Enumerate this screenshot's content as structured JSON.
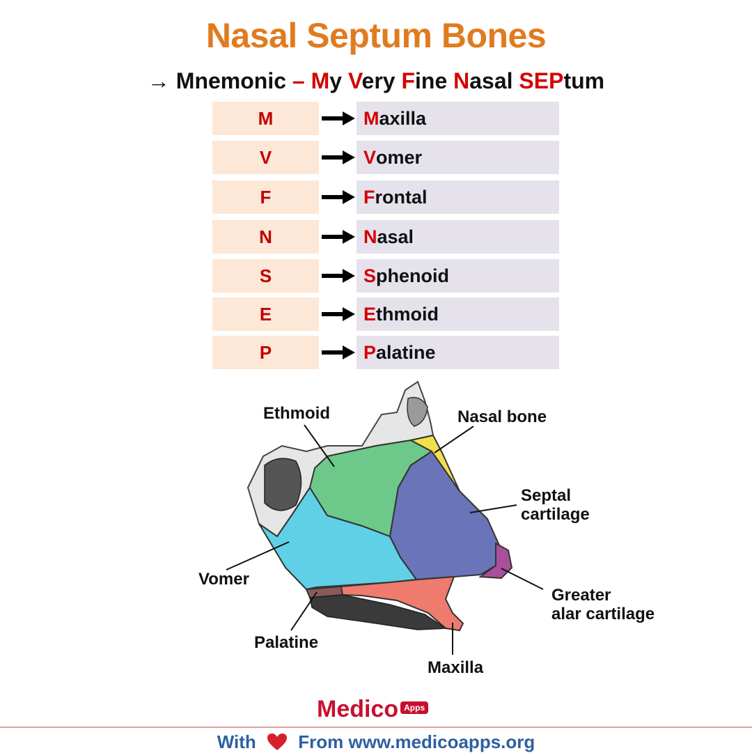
{
  "title": "Nasal Septum Bones",
  "mnemonic": {
    "arrow": "→",
    "lead": "Mnemonic",
    "dash": "–",
    "parts": [
      {
        "red": "M",
        "rest": "y"
      },
      {
        "red": "V",
        "rest": "ery"
      },
      {
        "red": "F",
        "rest": "ine"
      },
      {
        "red": "N",
        "rest": "asal"
      },
      {
        "red": "SEP",
        "rest": "tum"
      }
    ]
  },
  "rows": [
    {
      "letter": "M",
      "first": "M",
      "rest": "axilla"
    },
    {
      "letter": "V",
      "first": "V",
      "rest": "omer"
    },
    {
      "letter": "F",
      "first": "F",
      "rest": "rontal"
    },
    {
      "letter": "N",
      "first": "N",
      "rest": "asal"
    },
    {
      "letter": "S",
      "first": "S",
      "rest": "phenoid"
    },
    {
      "letter": "E",
      "first": "E",
      "rest": "thmoid"
    },
    {
      "letter": "P",
      "first": "P",
      "rest": "alatine"
    }
  ],
  "diagram_labels": {
    "ethmoid": "Ethmoid",
    "nasal_bone": "Nasal bone",
    "septal_1": "Septal",
    "septal_2": "cartilage",
    "vomer": "Vomer",
    "greater_1": "Greater",
    "greater_2": "alar cartilage",
    "palatine": "Palatine",
    "maxilla": "Maxilla"
  },
  "region_colors": {
    "ethmoid": "#6cc98a",
    "vomer": "#5fd0e6",
    "septal_cartilage": "#6a74b8",
    "nasal_bone": "#f2e04a",
    "greater_alar_cartilage": "#a8509a",
    "palatine": "#8a5a5a",
    "maxilla": "#ef7b6e"
  },
  "footer": {
    "logo_main": "Medico",
    "logo_badge": "Apps",
    "with": "With",
    "from": "From",
    "url": "www.medicoapps.org"
  }
}
